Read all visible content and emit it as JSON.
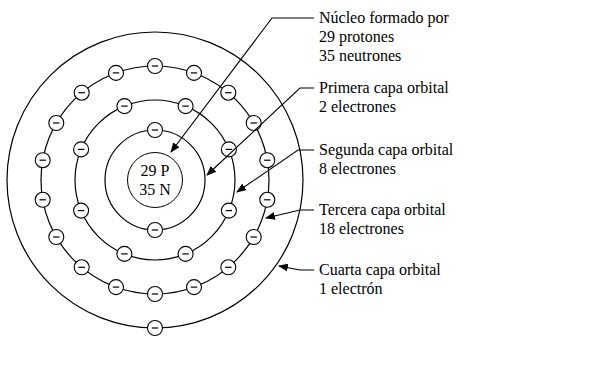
{
  "diagram": {
    "nodes": [
      {
        "text": [
          "29 P",
          "35 N"
        ]
      }
    ],
    "labels": [
      "Núcleo formado por",
      "29 protones",
      "35 neutrones",
      "Primera capa orbital",
      "2 electrones",
      "Segunda capa orbital",
      "8 electrones",
      "Tercera capa orbital",
      "18 electrones",
      "Cuarta capa orbital",
      "1 electrón"
    ]
  }
}
